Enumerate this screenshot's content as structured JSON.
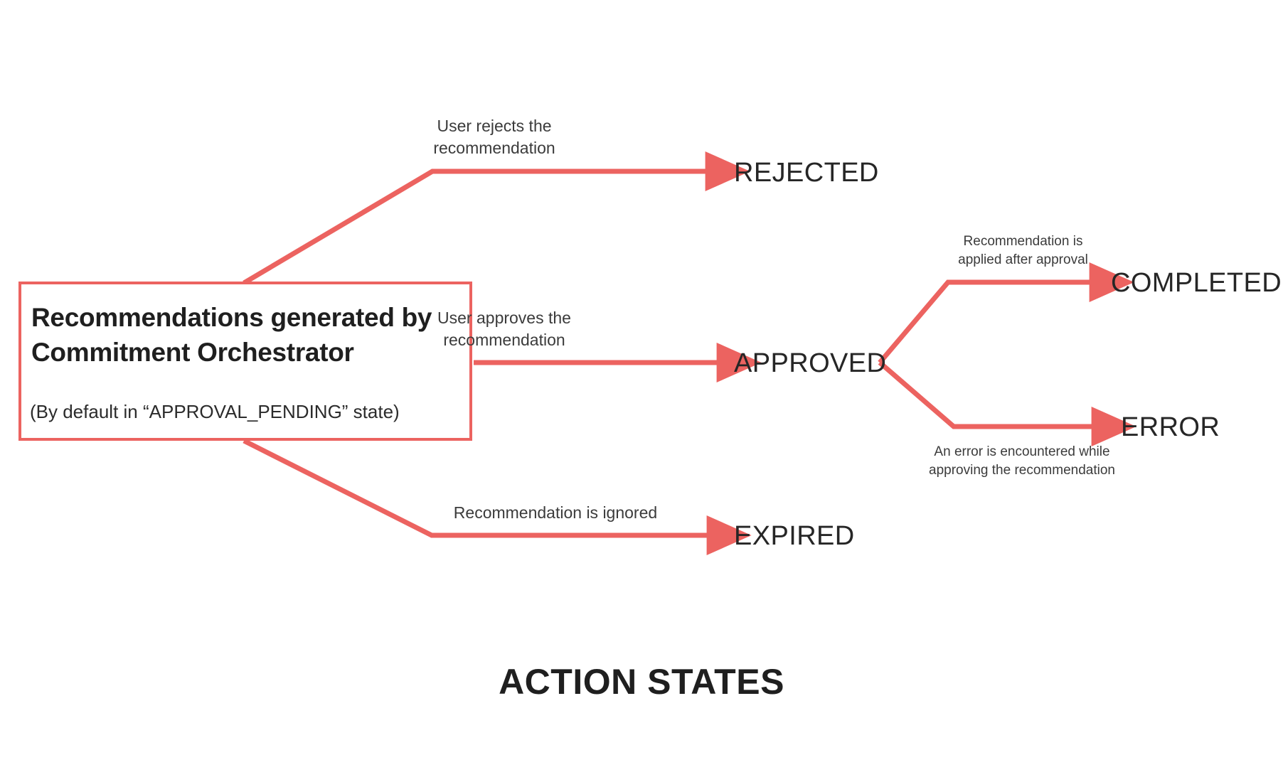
{
  "diagram": {
    "title": "ACTION STATES",
    "accent_color": "#EC6360",
    "text_color": "#262626",
    "background_color": "#FFFFFF",
    "source_node": {
      "title": "Recommendations generated by Commitment Orchestrator",
      "subtitle": "(By default in “APPROVAL_PENDING” state)"
    },
    "states": {
      "rejected": "REJECTED",
      "approved": "APPROVED",
      "expired": "EXPIRED",
      "completed": "COMPLETED",
      "error": "ERROR"
    },
    "edge_labels": {
      "rejected": "User rejects the\nrecommendation",
      "approved": "User approves the\nrecommendation",
      "expired": "Recommendation is ignored",
      "completed": "Recommendation is\napplied after approval",
      "error": "An error is encountered while\napproving the recommendation"
    }
  }
}
